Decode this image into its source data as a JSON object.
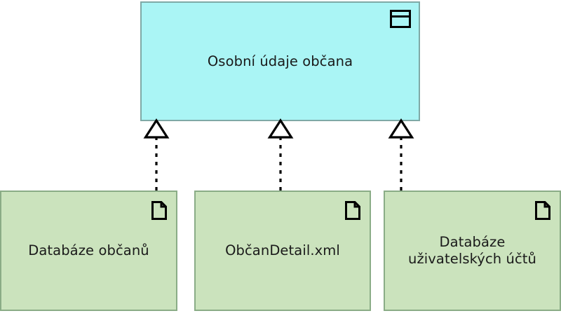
{
  "diagram": {
    "type": "uml-realization-diagram",
    "title": "Osobní údaje občana",
    "background_color": "#ffffff"
  },
  "interface": {
    "label": "Osobní údaje občana",
    "icon": "class-entity-icon",
    "fill_color": "#aaf5f5",
    "border_color": "#7fa9a6",
    "text_color": "#1a1a1a"
  },
  "artifacts": [
    {
      "label": "Databáze občanů",
      "icon": "document-icon",
      "fill_color": "#cbe3bd",
      "border_color": "#8aac86",
      "text_color": "#1a1a1a"
    },
    {
      "label": "ObčanDetail.xml",
      "icon": "document-icon",
      "fill_color": "#cbe3bd",
      "border_color": "#8aac86",
      "text_color": "#1a1a1a"
    },
    {
      "label": "Databáze\nuživatelských účtů",
      "icon": "document-icon",
      "fill_color": "#cbe3bd",
      "border_color": "#8aac86",
      "text_color": "#1a1a1a"
    }
  ],
  "connectors": [
    {
      "name": "realization-databaze-obcanu",
      "style": "dashed",
      "arrowhead": "hollow-triangle",
      "from": "Databáze občanů",
      "to": "Osobní údaje občana",
      "color": "#000000"
    },
    {
      "name": "realization-obcandetail-xml",
      "style": "dashed",
      "arrowhead": "hollow-triangle",
      "from": "ObčanDetail.xml",
      "to": "Osobní údaje občana",
      "color": "#000000"
    },
    {
      "name": "realization-databaze-uzivatelskych-uctu",
      "style": "dashed",
      "arrowhead": "hollow-triangle",
      "from": "Databáze uživatelských účtů",
      "to": "Osobní údaje občana",
      "color": "#000000"
    }
  ]
}
